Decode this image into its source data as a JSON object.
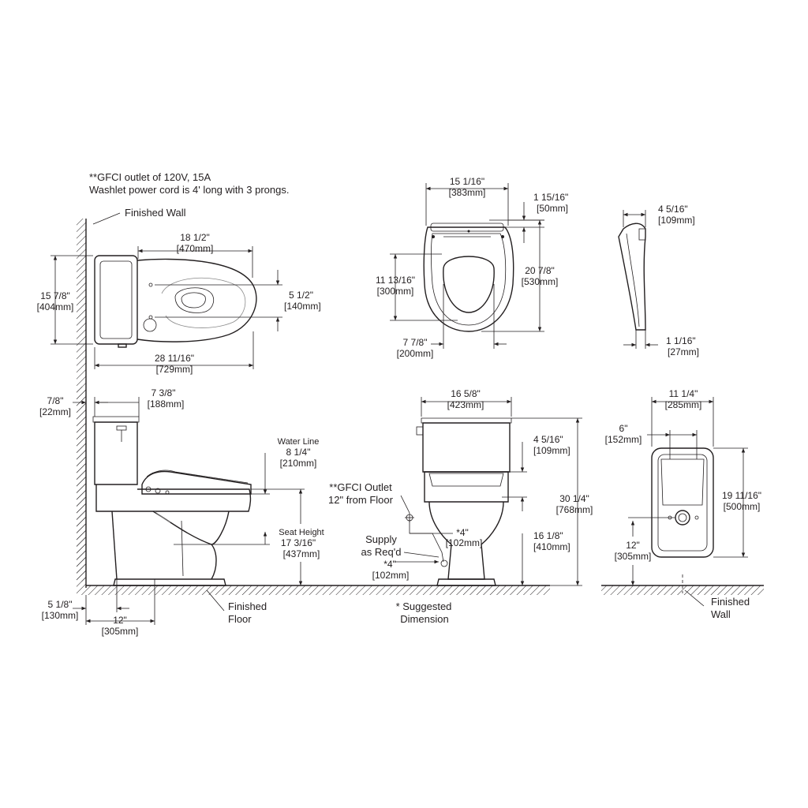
{
  "notes": {
    "line1": "**GFCI outlet of 120V, 15A",
    "line2": "Washlet power cord is 4' long with 3 prongs."
  },
  "labels": {
    "finished_wall_top": "Finished Wall",
    "finished_floor_1": "Finished",
    "finished_floor_2": "Floor",
    "water_line": "Water Line",
    "seat_height": "Seat Height",
    "gfci_outlet_1": "**GFCI Outlet",
    "gfci_outlet_2": "12\" from Floor",
    "supply_1": "Supply",
    "supply_2": "as Req'd",
    "suggested_1": "* Suggested",
    "suggested_2": "Dimension",
    "finished_wall_right_1": "Finished",
    "finished_wall_right_2": "Wall"
  },
  "dims": {
    "top_width": {
      "in": "18 1/2\"",
      "mm": "[470mm]"
    },
    "top_height": {
      "in": "15 7/8\"",
      "mm": "[404mm]"
    },
    "top_holes": {
      "in": "5 1/2\"",
      "mm": "[140mm]"
    },
    "top_length": {
      "in": "28 11/16\"",
      "mm": "[729mm]"
    },
    "seat_width": {
      "in": "15 1/16\"",
      "mm": "[383mm]"
    },
    "seat_hinge": {
      "in": "1 15/16\"",
      "mm": "[50mm]"
    },
    "seat_opening": {
      "in": "11 13/16\"",
      "mm": "[300mm]"
    },
    "seat_length": {
      "in": "20 7/8\"",
      "mm": "[530mm]"
    },
    "seat_front": {
      "in": "7 7/8\"",
      "mm": "[200mm]"
    },
    "lid_depth": {
      "in": "4 5/16\"",
      "mm": "[109mm]"
    },
    "lid_thick": {
      "in": "1 1/16\"",
      "mm": "[27mm]"
    },
    "wall_gap": {
      "in": "7/8\"",
      "mm": "[22mm]"
    },
    "tank_depth": {
      "in": "7 3/8\"",
      "mm": "[188mm]"
    },
    "water_line": {
      "in": "8 1/4\"",
      "mm": "[210mm]"
    },
    "seat_height": {
      "in": "17 3/16\"",
      "mm": "[437mm]"
    },
    "base_offset": {
      "in": "5 1/8\"",
      "mm": "[130mm]"
    },
    "rough_in": {
      "in": "12\"",
      "mm": "[305mm]"
    },
    "front_width": {
      "in": "16 5/8\"",
      "mm": "[423mm]"
    },
    "front_seat_top": {
      "in": "4 5/16\"",
      "mm": "[109mm]"
    },
    "front_height": {
      "in": "30 1/4\"",
      "mm": "[768mm]"
    },
    "front_seat_h": {
      "in": "16 1/8\"",
      "mm": "[410mm]"
    },
    "supply_h": {
      "in": "*4\"",
      "mm": "[102mm]"
    },
    "supply_w": {
      "in": "*4\"",
      "mm": "[102mm]"
    },
    "remote_width": {
      "in": "11 1/4\"",
      "mm": "[285mm]"
    },
    "remote_inner": {
      "in": "6\"",
      "mm": "[152mm]"
    },
    "remote_height": {
      "in": "19 11/16\"",
      "mm": "[500mm]"
    },
    "remote_floor": {
      "in": "12\"",
      "mm": "[305mm]"
    }
  }
}
